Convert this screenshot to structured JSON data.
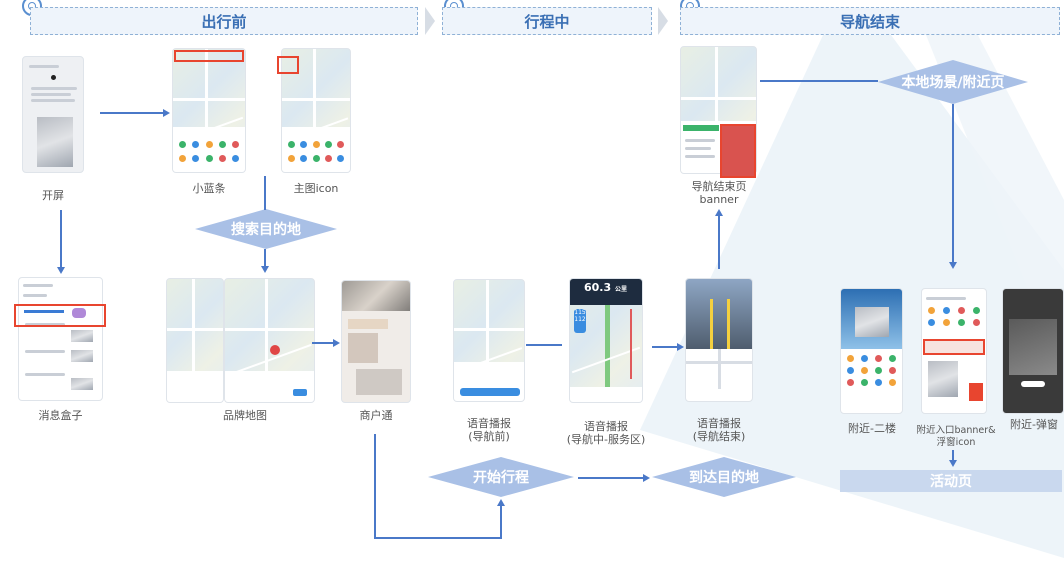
{
  "phases": {
    "before": "出行前",
    "during": "行程中",
    "end": "导航结束"
  },
  "diamonds": {
    "search": "搜索目的地",
    "start": "开始行程",
    "arrive": "到达目的地",
    "local": "本地场景/附近页"
  },
  "activity_label": "活动页",
  "labels": {
    "splash": "开屏",
    "blue_bar": "小蓝条",
    "main_icon": "主图icon",
    "msg_box": "消息盒子",
    "brand_map": "品牌地图",
    "merchant": "商户通",
    "voice_before_1": "语音播报",
    "voice_before_2": "(导航前)",
    "voice_service_1": "语音播报",
    "voice_service_2": "(导航中-服务区)",
    "voice_end_1": "语音播报",
    "voice_end_2": "(导航结束)",
    "nav_end_page_1": "导航结束页",
    "nav_end_page_2": "banner",
    "nearby_floor2": "附近-二楼",
    "nearby_entry_1": "附近入口banner&",
    "nearby_entry_2": "浮窗icon",
    "nearby_popup": "附近-弹窗"
  },
  "screen_text": {
    "speed": "60.3",
    "speed_unit": "公里",
    "route_top": "115",
    "route_mid": "112"
  },
  "colors": {
    "accent": "#4a78c8",
    "diamond": "#a9c0e6",
    "highlight": "#e8452f",
    "phase_text": "#3a6fb4"
  }
}
